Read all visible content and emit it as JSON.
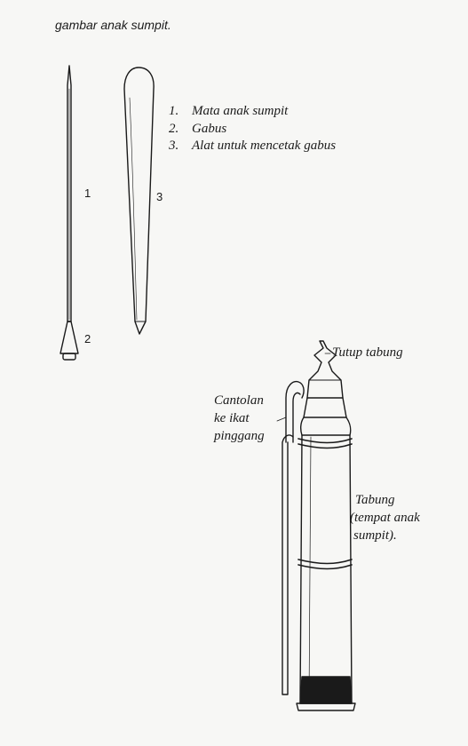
{
  "title": "gambar anak sumpit.",
  "legend": [
    {
      "num": "1.",
      "text": "Mata anak sumpit"
    },
    {
      "num": "2.",
      "text": "Gabus"
    },
    {
      "num": "3.",
      "text": "Alat untuk mencetak gabus"
    }
  ],
  "part_labels": {
    "one": "1",
    "two": "2",
    "three": "3"
  },
  "quiver_labels": {
    "lid": "Tutup tabung",
    "hook_line1": "Cantolan",
    "hook_line2": "ke ikat",
    "hook_line3": "pinggang",
    "tube_line1": "Tabung",
    "tube_line2": "(tempat anak",
    "tube_line3": "sumpit)."
  },
  "colors": {
    "ink": "#1a1a1a",
    "paper": "#f7f7f5"
  }
}
